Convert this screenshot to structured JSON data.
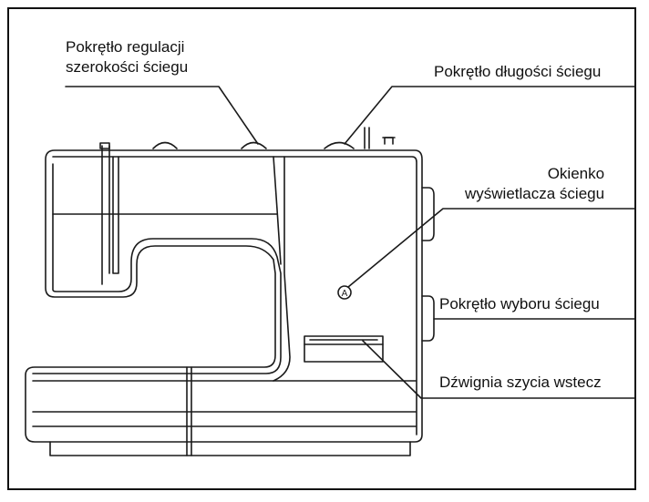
{
  "labels": {
    "stitch_width_dial": [
      "Pokrętło regulacji",
      "szerokości ściegu"
    ],
    "stitch_length_dial": "Pokrętło długości ściegu",
    "stitch_display_window": [
      "Okienko",
      "wyświetlacza ściegu"
    ],
    "stitch_selector_dial": "Pokrętło wyboru ściegu",
    "reverse_lever": "Dźwignia szycia wstecz"
  },
  "marker": "A",
  "colors": {
    "line": "#1a1a1a",
    "background": "#ffffff"
  }
}
